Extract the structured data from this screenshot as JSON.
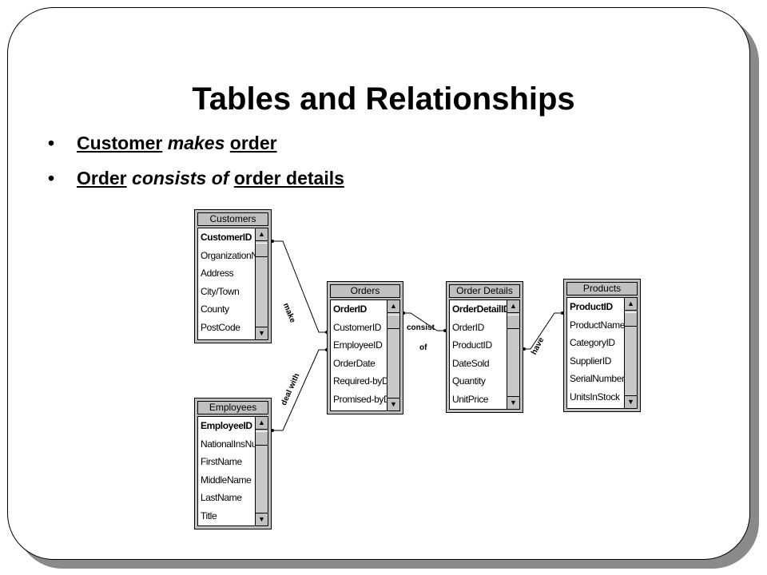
{
  "slide": {
    "title": "Tables and Relationships",
    "bullets": [
      {
        "a": "Customer",
        "verb": "makes",
        "b": "order"
      },
      {
        "a": "Order",
        "verb": "consists of",
        "b": "order details"
      }
    ]
  },
  "tables": {
    "customers": {
      "title": "Customers",
      "fields": [
        "CustomerID",
        "OrganizationName",
        "Address",
        "City/Town",
        "County",
        "PostCode"
      ]
    },
    "employees": {
      "title": "Employees",
      "fields": [
        "EmployeeID",
        "NationalInsNumber",
        "FirstName",
        "MiddleName",
        "LastName",
        "Title"
      ]
    },
    "orders": {
      "title": "Orders",
      "fields": [
        "OrderID",
        "CustomerID",
        "EmployeeID",
        "OrderDate",
        "Required-byDate",
        "Promised-byDate"
      ]
    },
    "order_details": {
      "title": "Order Details",
      "fields": [
        "OrderDetailID",
        "OrderID",
        "ProductID",
        "DateSold",
        "Quantity",
        "UnitPrice"
      ]
    },
    "products": {
      "title": "Products",
      "fields": [
        "ProductID",
        "ProductName",
        "CategoryID",
        "SupplierID",
        "SerialNumber",
        "UnitsInStock"
      ]
    }
  },
  "relationships": {
    "make": "make",
    "deal_with": "deal with",
    "consist": "consist",
    "of": "of",
    "have": "have"
  },
  "icons": {
    "scroll_up": "arrow-up-icon",
    "scroll_down": "arrow-down-icon"
  }
}
